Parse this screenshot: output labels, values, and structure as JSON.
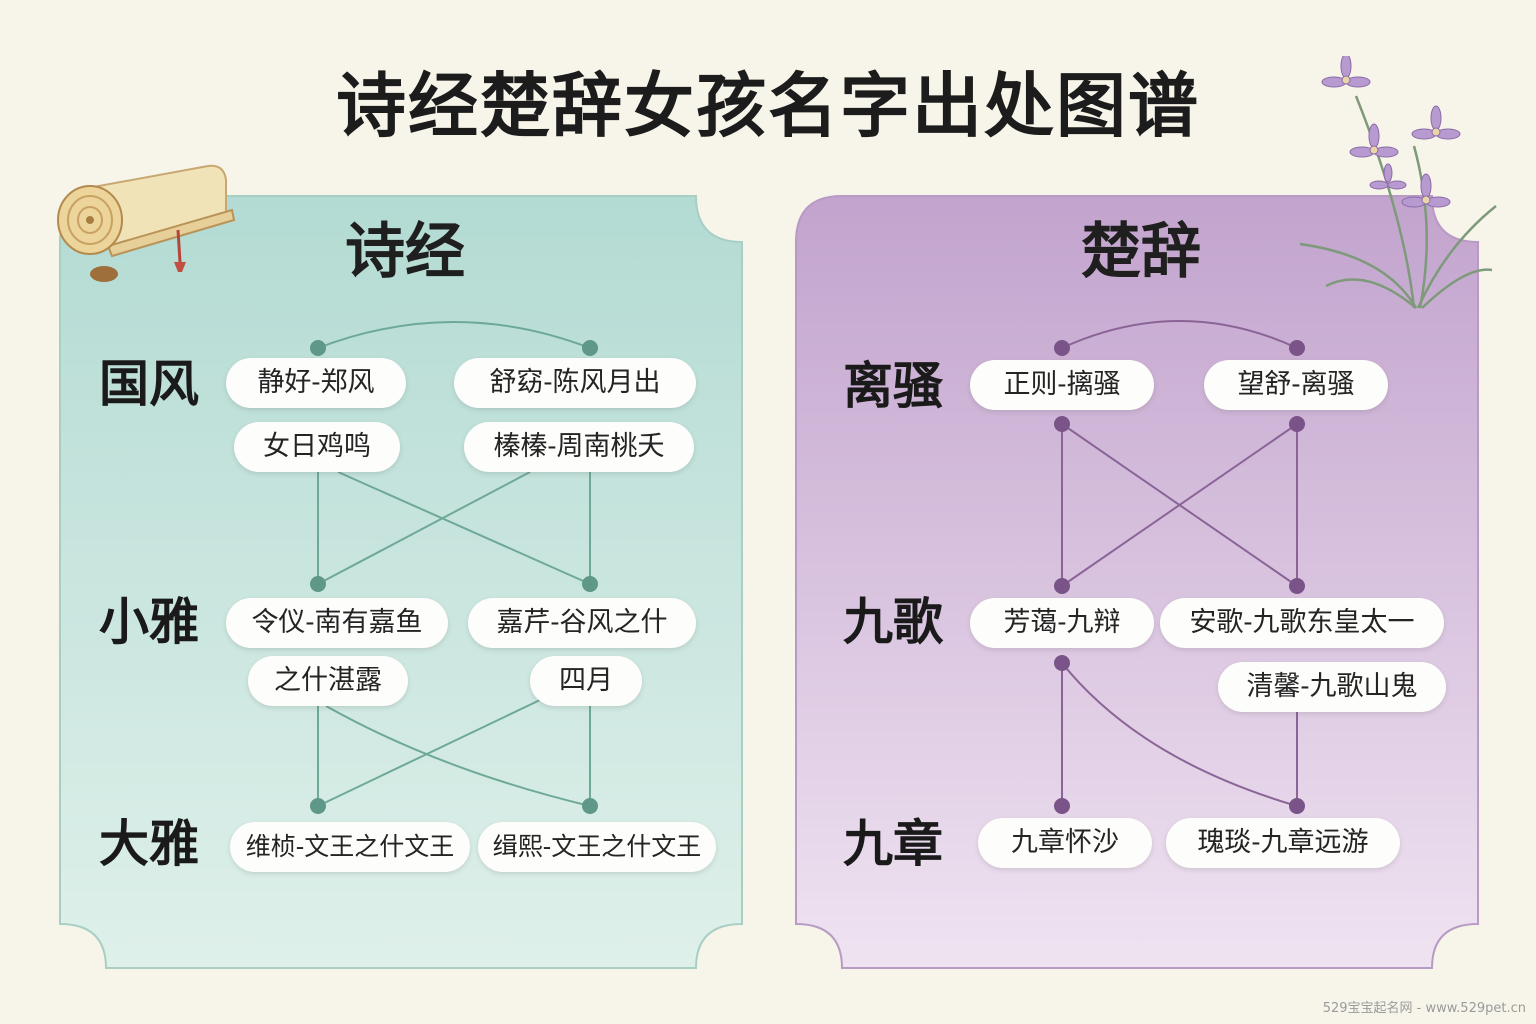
{
  "title": "诗经楚辞女孩名字出处图谱",
  "colors": {
    "shijing_panel_top": "#b6ddd6",
    "shijing_panel_bottom": "#dcefe9",
    "shijing_line": "#6ea898",
    "chuci_panel_top": "#c4a6cf",
    "chuci_panel_bottom": "#ecdff0",
    "chuci_line": "#8a6496"
  },
  "icons": {
    "left_decoration": "scroll-icon",
    "right_decoration": "orchid-flower-icon"
  },
  "shijing": {
    "title": "诗经",
    "rows": [
      {
        "label": "国风",
        "items": [
          "静好-郑风",
          "舒窈-陈风月出",
          "女日鸡鸣",
          "榛榛-周南桃夭"
        ]
      },
      {
        "label": "小雅",
        "items": [
          "令仪-南有嘉鱼",
          "嘉芹-谷风之什",
          "之什湛露",
          "四月"
        ]
      },
      {
        "label": "大雅",
        "items": [
          "维桢-文王之什文王",
          "缉熙-文王之什文王"
        ]
      }
    ]
  },
  "chuci": {
    "title": "楚辞",
    "rows": [
      {
        "label": "离骚",
        "items": [
          "正则-摛骚",
          "望舒-离骚"
        ]
      },
      {
        "label": "九歌",
        "items": [
          "芳蔼-九辩",
          "安歌-九歌东皇太一",
          "清馨-九歌山鬼"
        ]
      },
      {
        "label": "九章",
        "items": [
          "九章怀沙",
          "瑰琰-九章远游"
        ]
      }
    ]
  },
  "watermark": "529宝宝起名网 - www.529pet.cn"
}
